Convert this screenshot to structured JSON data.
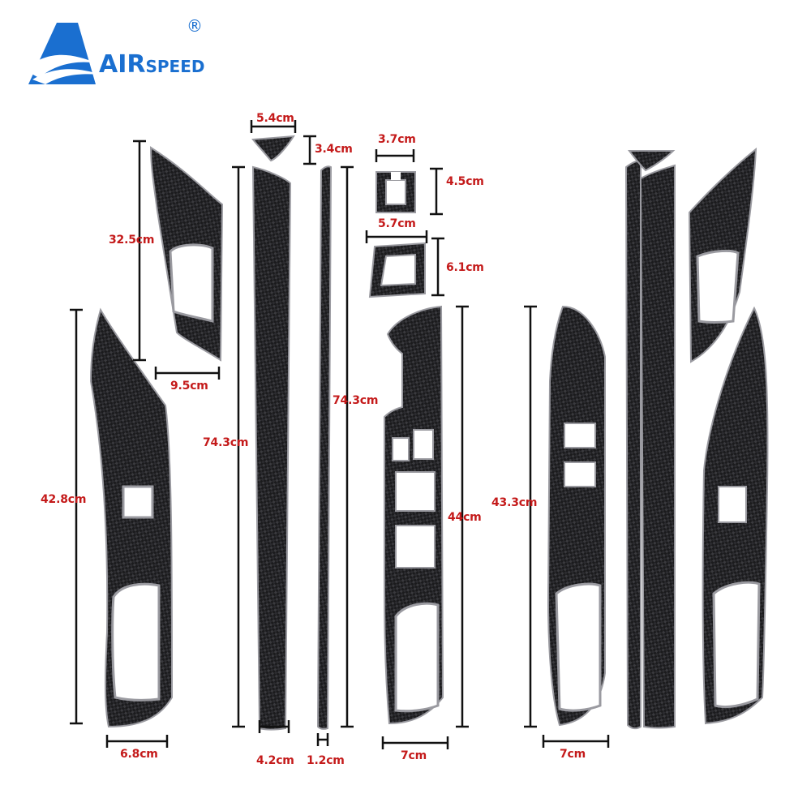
{
  "brand": {
    "name_lead": "A",
    "name_mid": "IR",
    "name_tail": "SPEED",
    "registered_mark": "®"
  },
  "colors": {
    "brand_blue": "#1a6fd0",
    "dimension_red": "#c41a1a",
    "carbon_dark": "#1b1b1d",
    "carbon_weave": "#3a3a3e",
    "trim_edge": "#9a9aa0"
  },
  "dimensions": {
    "front_left_top_height": "32.5cm",
    "front_left_top_width": "9.5cm",
    "front_left_panel_height": "42.8cm",
    "front_left_panel_width": "6.8cm",
    "corner_triangle_width": "5.4cm",
    "corner_triangle_height": "3.4cm",
    "long_strip_height": "74.3cm",
    "long_strip_width": "4.2cm",
    "thin_strip_height": "74.3cm",
    "thin_strip_width": "1.2cm",
    "small_frame_width": "3.7cm",
    "small_frame_height": "4.5cm",
    "mid_frame_width": "5.7cm",
    "mid_frame_height": "6.1cm",
    "driver_panel_height": "44cm",
    "driver_panel_width": "7cm",
    "right_panel_height": "43.3cm",
    "right_panel_width": "7cm"
  }
}
